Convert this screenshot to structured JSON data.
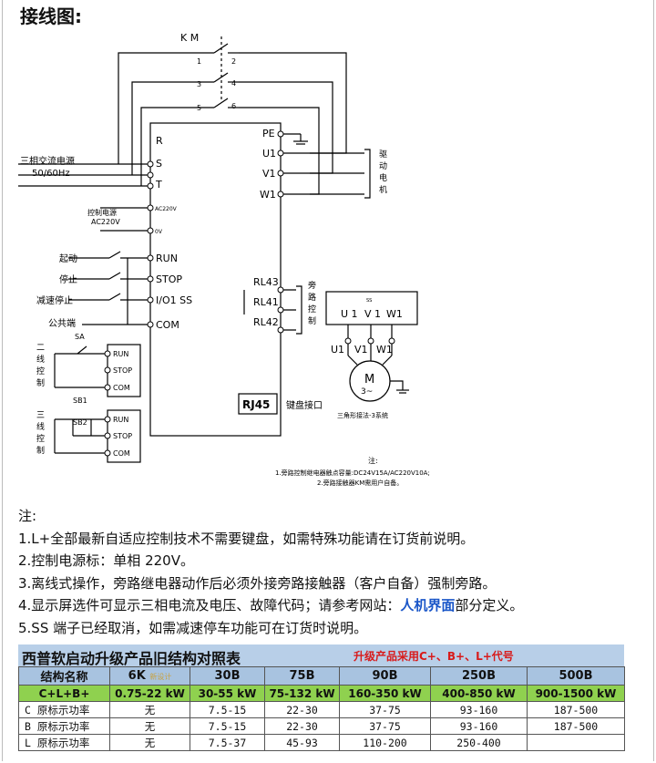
{
  "heading": "接线图:",
  "diagram": {
    "km_label": "K M",
    "contact_numbers": [
      "1",
      "2",
      "3",
      "4",
      "5",
      "6"
    ],
    "left_terminals": [
      "R",
      "S",
      "T"
    ],
    "power_label_line1": "三相交流电源",
    "power_label_line2": "50/60Hz",
    "control_power_line1": "控制电源",
    "control_power_line2": "AC220V",
    "ac220v_terminal": "AC220V",
    "zero_v_terminal": "0V",
    "control_terminals": [
      "RUN",
      "STOP",
      "I/O1  SS",
      "COM"
    ],
    "button_labels": [
      "起动",
      "停止",
      "减速停止",
      "公共端"
    ],
    "right_terminals": [
      "PE",
      "U1",
      "V1",
      "W1"
    ],
    "motor_side_label": [
      "驱",
      "动",
      "电",
      "机"
    ],
    "relay_terminals": [
      "RL43",
      "RL41",
      "RL42"
    ],
    "bypass_label": [
      "旁",
      "路",
      "控",
      "制"
    ],
    "rj45": "RJ45",
    "keyboard_port": "键盘接口",
    "contactor_box_title": "SS",
    "contactor_terminals": [
      "U 1",
      "V 1",
      "W1"
    ],
    "motor_terminals": [
      "U1",
      "V1",
      "W1"
    ],
    "motor_symbol": "M",
    "motor_symbol_sub": "3~",
    "motor_caption": "三角形接法-3系统",
    "two_wire_label": [
      "二",
      "线",
      "控",
      "制"
    ],
    "three_wire_label": [
      "三",
      "线",
      "控",
      "制"
    ],
    "sa_label": "SA",
    "sb1_label": "SB1",
    "sb2_label": "SB2",
    "mini_terminals": [
      "RUN",
      "STOP",
      "COM"
    ],
    "diagram_note_title": "注:",
    "diagram_note_1": "1.旁路控制继电器触点容量:DC24V15A/AC220V10A;",
    "diagram_note_2": "2.旁路接触器KM需用户自备。"
  },
  "notes": {
    "title": "注:",
    "line1": "1.L+全部最新自适应控制技术不需要键盘，如需特殊功能请在订货前说明。",
    "line2": "2.控制电源标：单相 220V。",
    "line3": "3.离线式操作，旁路继电器动作后必须外接旁路接触器（客户自备）强制旁路。",
    "line4_pre": "4.显示屏选件可显示三相电流及电压、故障代码；请参考网站：",
    "line4_link": "人机界面",
    "line4_post": "部分定义。",
    "line5": "5.SS 端子已经取消，如需减速停车功能可在订货时说明。"
  },
  "table": {
    "title": "西普软启动升级产品旧结构对照表",
    "subtitle": "升级产品采用C+、B+、L+代号",
    "header": [
      "结构名称",
      "6K",
      "30B",
      "75B",
      "90B",
      "250B",
      "500B"
    ],
    "header_6k_extra": "新设计",
    "power_row": [
      "C+L+B+",
      "0.75-22 kW",
      "30-55 kW",
      "75-132 kW",
      "160-350 kW",
      "400-850 kW",
      "900-1500 kW"
    ],
    "rows": [
      [
        "C 原标示功率",
        "无",
        "7.5-15",
        "22-30",
        "37-75",
        "93-160",
        "187-500"
      ],
      [
        "B 原标示功率",
        "无",
        "7.5-15",
        "22-30",
        "37-75",
        "93-160",
        "187-500"
      ],
      [
        "L 原标示功率",
        "无",
        "7.5-37",
        "45-93",
        "110-200",
        "250-400",
        ""
      ]
    ]
  },
  "colors": {
    "table_title_bg": "#b8cfe8",
    "table_header_bg": "#a8c3e0",
    "power_row_bg": "#8fd14f",
    "subtitle_red": "#d81b1b",
    "link_blue": "#1a56c8"
  }
}
